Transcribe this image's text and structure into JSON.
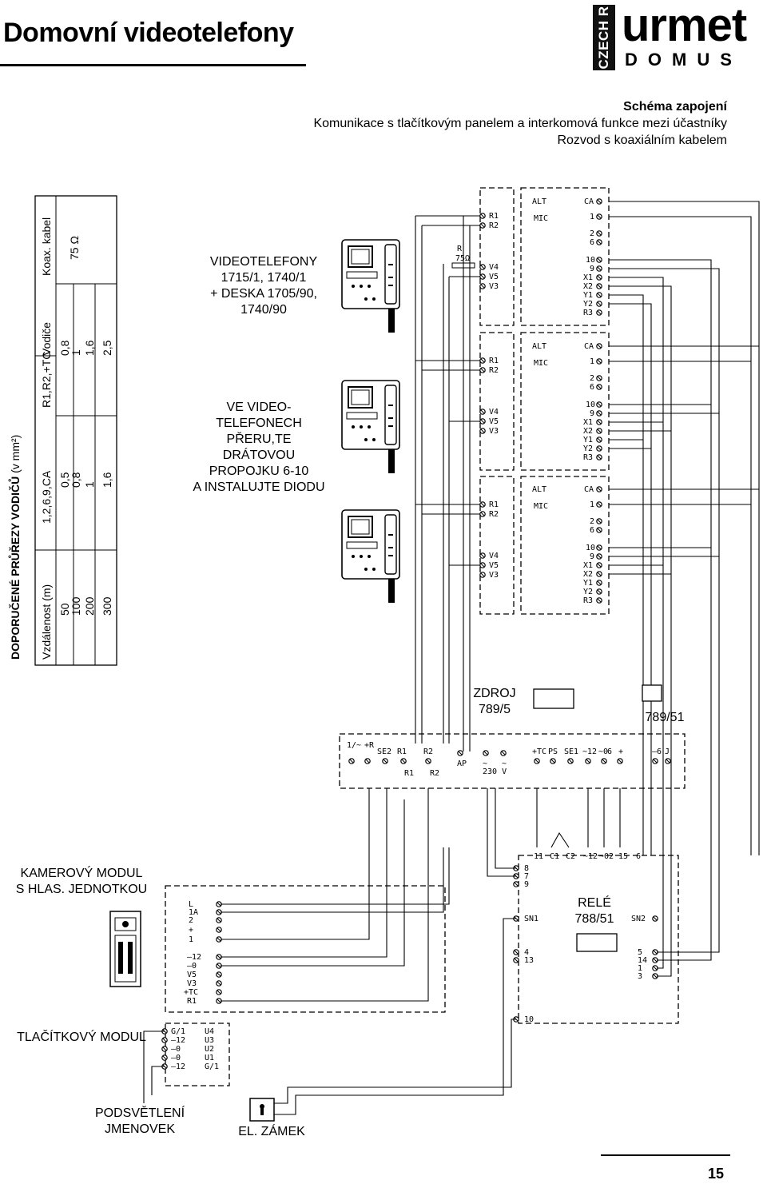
{
  "header": {
    "title": "Domovní videotelefony",
    "brand_tag": "CZECH R",
    "brand_name": "urmet",
    "brand_sub": "DOMUS",
    "line1": "Schéma zapojení",
    "line2": "Komunikace s tlačítkovým panelem a interkomová funkce mezi účastníky",
    "line3": "Rozvod s koaxiálním kabelem"
  },
  "table": {
    "side_title_bold": "DOPORUČENÉ PRŮŘEZY VODIČŮ",
    "side_title_rest": " (v mm²)",
    "h_distance": "Vzdálenost (m)",
    "h_wires": "Vodiče",
    "h_col1": "1,2,6,9,CA",
    "h_col2": "R1,R2,+TC",
    "h_col3": "Koax. kabel",
    "coax_value": "75 Ω",
    "rows": [
      {
        "d": "50",
        "a": "0,5",
        "b": "0,8"
      },
      {
        "d": "100",
        "a": "0,8",
        "b": "1"
      },
      {
        "d": "200",
        "a": "1",
        "b": "1,6"
      },
      {
        "d": "300",
        "a": "1,6",
        "b": "2,5"
      }
    ]
  },
  "labels": {
    "videophones": [
      "VIDEOTELEFONY",
      "1715/1, 1740/1",
      "+ DESKA 1705/90,",
      "1740/90"
    ],
    "instruction": [
      "VE VIDEO-",
      "TELEFONECH",
      "PŘERU,TE",
      "DRÁTOVOU",
      "PROPOJKU 6-10",
      "A INSTALUJTE DIODU"
    ],
    "power": [
      "ZDROJ",
      "789/5"
    ],
    "power2": "789/51",
    "relay": [
      "RELÉ",
      "788/51"
    ],
    "camera": [
      "KAMEROVÝ MODUL",
      "S HLAS. JEDNOTKOU"
    ],
    "button_module": "TLAČÍTKOVÝ MODUL",
    "backlight": [
      "PODSVĚTLENÍ",
      "JMENOVEK"
    ],
    "lock": "EL. ZÁMEK"
  },
  "terminals": {
    "phone_right": [
      "ALT",
      "CA",
      "MIC",
      "1",
      "2",
      "6",
      "10",
      "9",
      "X1",
      "X2",
      "Y1",
      "Y2",
      "R3"
    ],
    "phone_left_top": [
      "R1",
      "R2"
    ],
    "phone_left_bottom": [
      "V4",
      "V5",
      "V3"
    ],
    "resistor": [
      "R",
      "75Ω"
    ],
    "psu": [
      "1/~",
      "+R",
      "SE2",
      "R1",
      "R2",
      "R1",
      "R2",
      "AP",
      "~",
      "~",
      "230 V",
      "+TC",
      "PS",
      "SE1",
      "~12",
      "~0",
      "6",
      "+",
      "–6",
      "J"
    ],
    "relay_top": [
      "11",
      "C1",
      "C2",
      "~12",
      "~0",
      "2",
      "15",
      "6"
    ],
    "relay_left": [
      "8",
      "7",
      "9",
      "SN1",
      "4",
      "13",
      "10"
    ],
    "relay_right": [
      "SN2",
      "5",
      "14",
      "1",
      "3"
    ],
    "camera_terms": [
      "L",
      "1A",
      "2",
      "+",
      "1",
      "–12",
      "–0",
      "V5",
      "V3",
      "+TC",
      "R1"
    ],
    "button_left": [
      "G/1",
      "–12",
      "–0",
      "–0",
      "–12"
    ],
    "button_right": [
      "U4",
      "U3",
      "U2",
      "U1",
      "G/1"
    ]
  },
  "page_number": "15"
}
